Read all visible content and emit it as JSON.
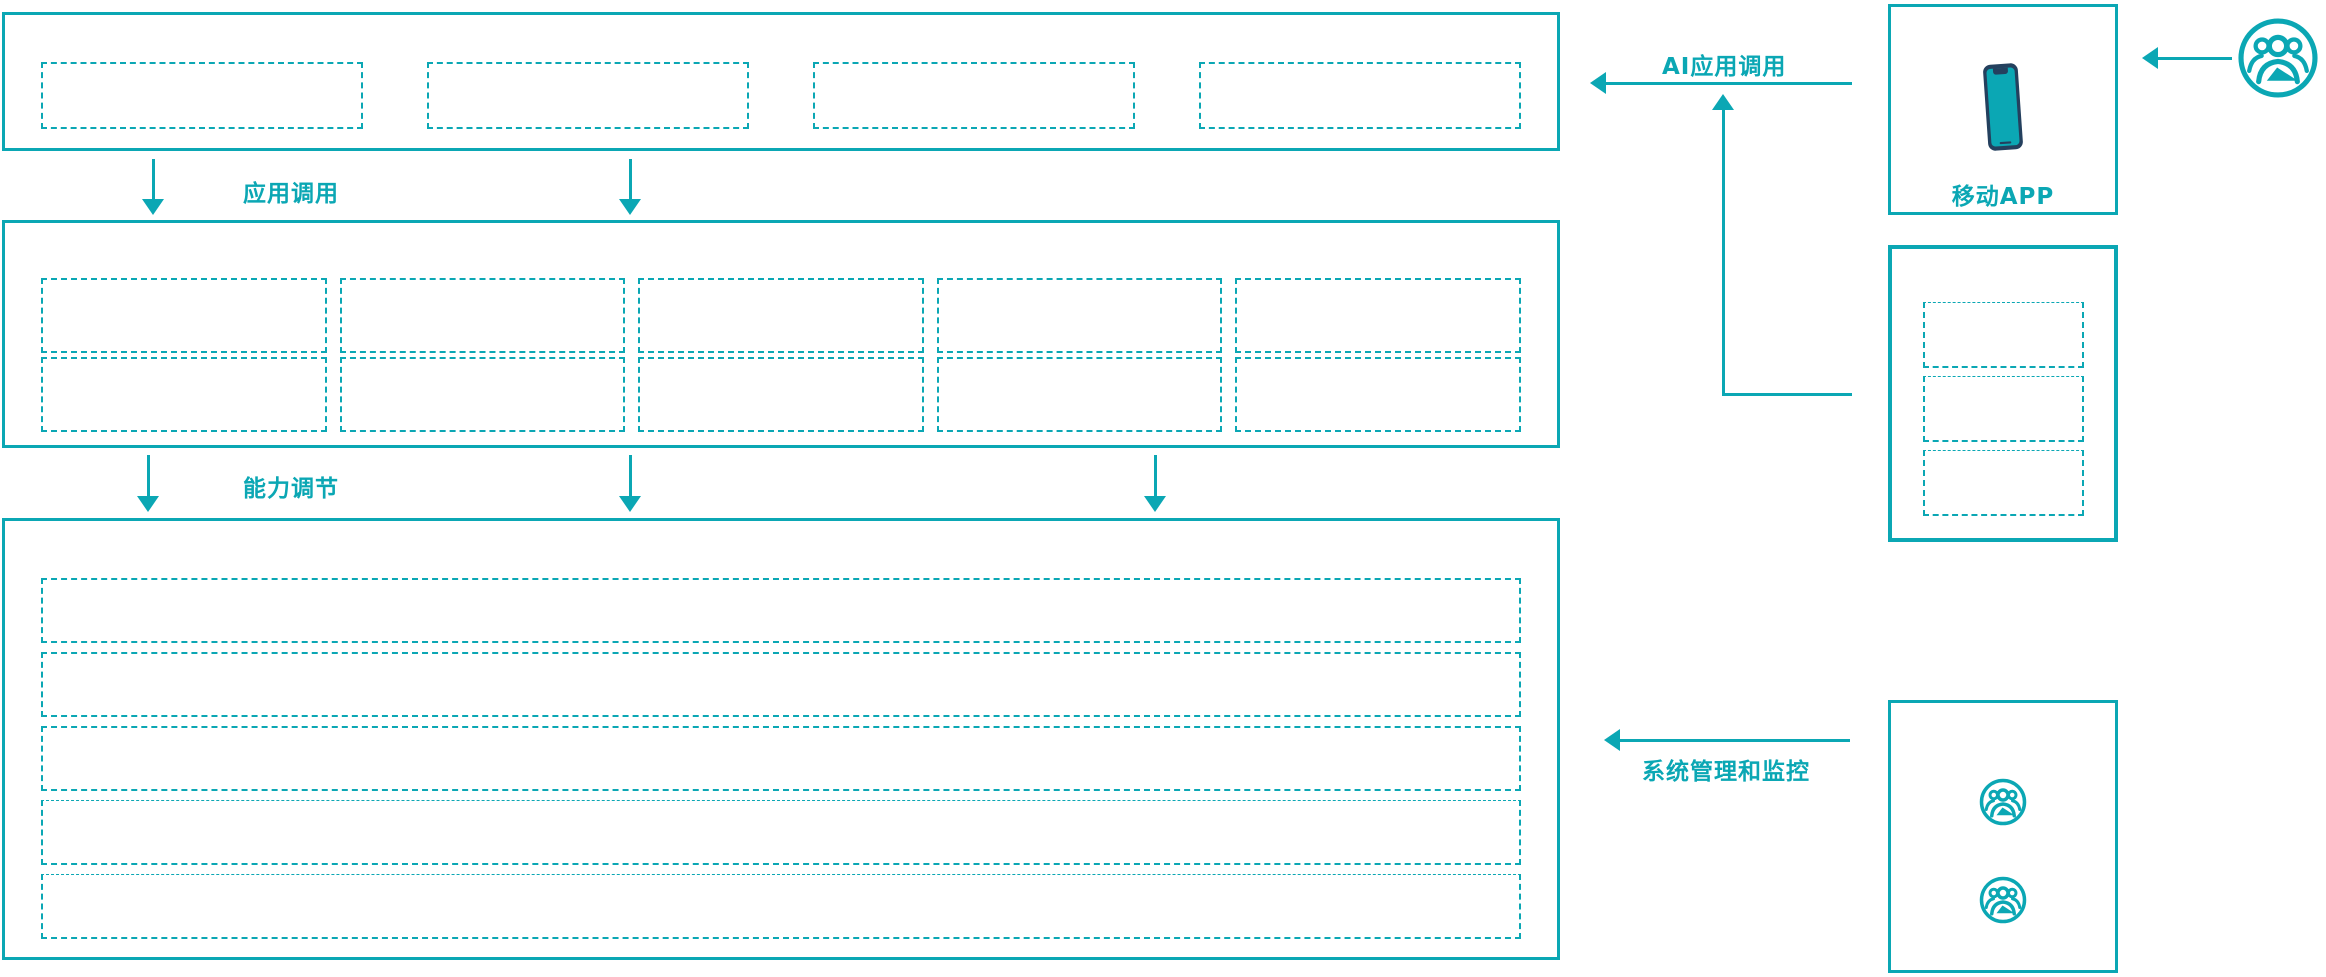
{
  "colors": {
    "accent": "#0ba7b4",
    "dark_navy": "#24405e"
  },
  "labels": {
    "app_call": "应用调用",
    "capability_adjust": "能力调节",
    "ai_app_call": "AI应用调用",
    "mobile_app": "移动APP",
    "system_management": "系统管理和监控"
  },
  "structure": {
    "top_layer": {
      "placeholder_count": 4
    },
    "middle_layer": {
      "placeholder_count": 10
    },
    "bottom_layer": {
      "row_count": 5
    },
    "right_panel": {
      "placeholder_count": 3
    },
    "admin_panel": {
      "user_icon_count": 2
    }
  }
}
